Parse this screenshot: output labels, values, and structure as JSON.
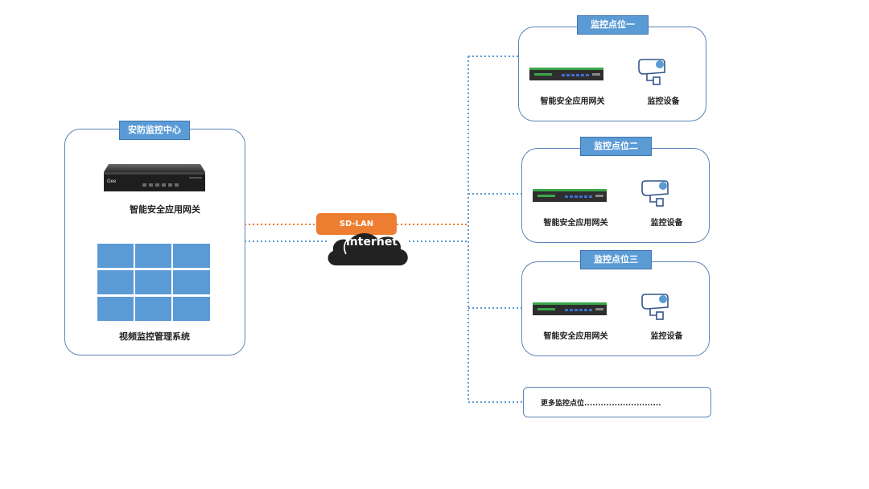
{
  "center": {
    "title": "安防监控中心",
    "gateway_label": "智能安全应用网关",
    "video_label": "视频监控管理系统"
  },
  "network": {
    "sdlan_label": "SD-LAN",
    "internet_label": "internet"
  },
  "sites": [
    {
      "title": "监控点位一",
      "gateway_label": "智能安全应用网关",
      "device_label": "监控设备"
    },
    {
      "title": "监控点位二",
      "gateway_label": "智能安全应用网关",
      "device_label": "监控设备"
    },
    {
      "title": "监控点位三",
      "gateway_label": "智能安全应用网关",
      "device_label": "监控设备"
    }
  ],
  "more": {
    "label": "更多监控点位............................"
  },
  "colors": {
    "accent": "#5b9bd5",
    "border": "#5b84b8",
    "orange": "#ed7d31",
    "cloud": "#222222"
  }
}
